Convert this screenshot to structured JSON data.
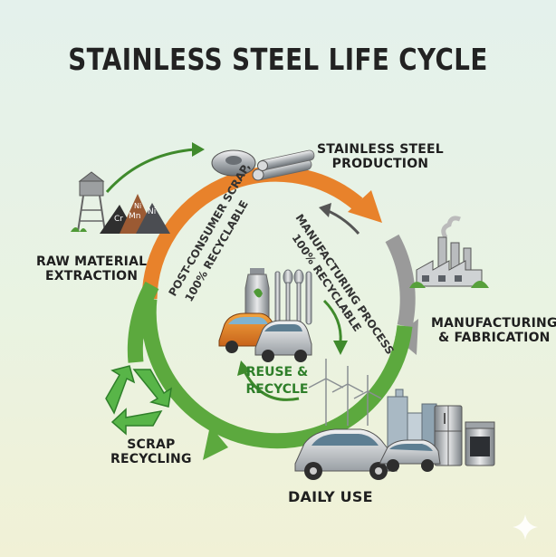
{
  "title": "STAINLESS STEEL LIFE CYCLE",
  "stages": {
    "production": [
      "STAINLESS STEEL",
      "PRODUCTION"
    ],
    "raw_material": [
      "RAW MATERIAL",
      "EXTRACTION"
    ],
    "manufacturing": [
      "MANUFACTURING",
      "& FABRICATION"
    ],
    "scrap": [
      "SCRAP",
      "RECYCLING"
    ],
    "daily_use": "DAILY USE"
  },
  "arcs": {
    "post_consumer": [
      "POST-CONSUMER SCRAP,",
      "100% RECYCLABLE"
    ],
    "manufacturing_process": [
      "MANUFACTURING PROCESS",
      "100% RECYCLABLE"
    ]
  },
  "center": [
    "REUSE &",
    "RECYCLE"
  ],
  "ore_labels": [
    "Cr",
    "Mn",
    "Ni",
    "Ni"
  ],
  "colors": {
    "orange": "#e8822b",
    "gray": "#9a9a9a",
    "green": "#5ca93e",
    "dark_green": "#3f8a2c",
    "recycle_green": "#58b548"
  },
  "icons": [
    "ore-pile-icon",
    "water-tower-icon",
    "steel-pipes-icon",
    "factory-icon",
    "recycle-symbol-icon",
    "car-icon",
    "bottle-icon",
    "cutlery-icon",
    "wind-turbine-icon",
    "city-buildings-icon",
    "refrigerator-icon",
    "stove-icon",
    "sparkle-icon"
  ]
}
